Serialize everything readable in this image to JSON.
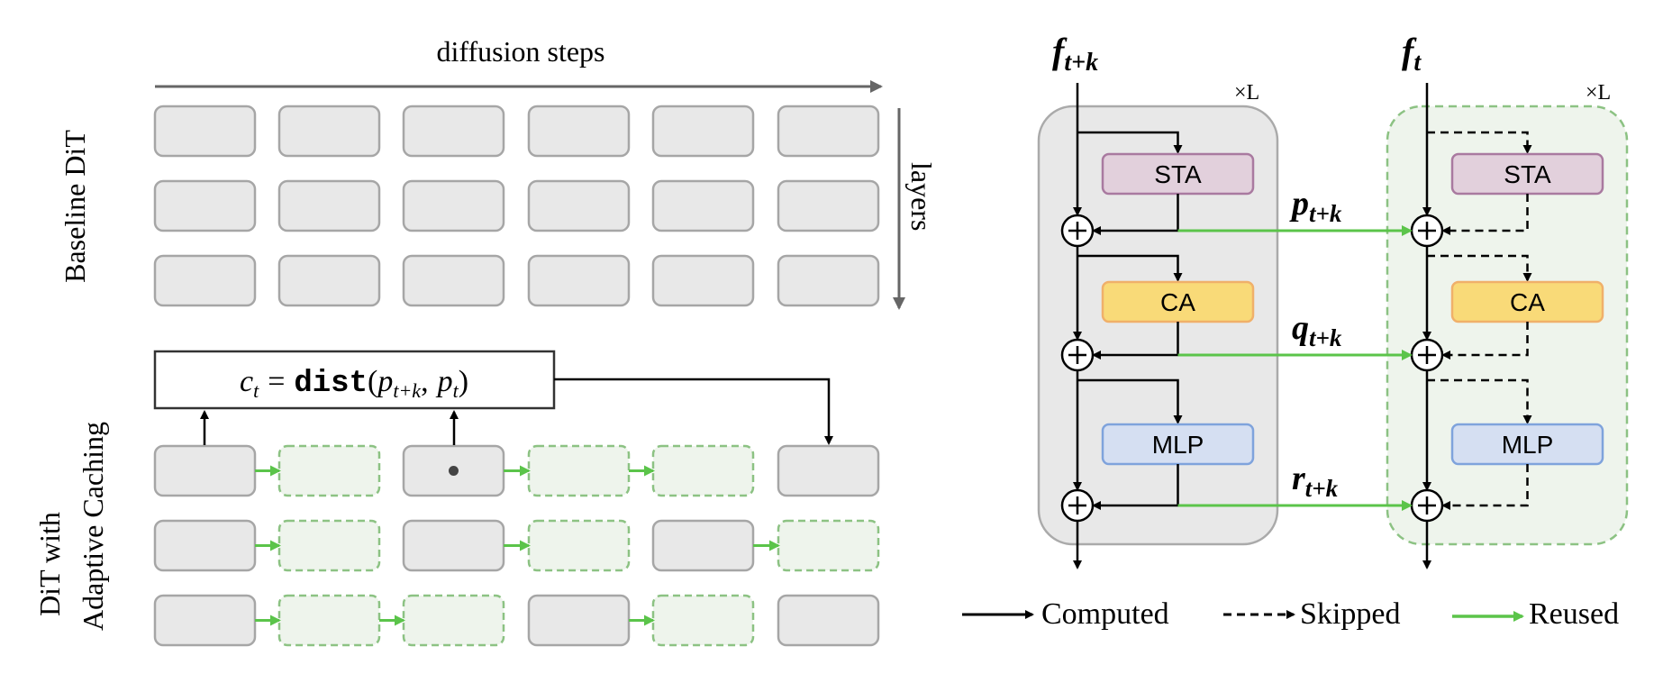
{
  "left_panel": {
    "top_label": "diffusion steps",
    "side_label": "layers",
    "baseline_label": "Baseline DiT",
    "adaptive_label_line1": "DiT with",
    "adaptive_label_line2": "Adaptive Caching",
    "formula": {
      "lhs": "c",
      "lhs_sub": "t",
      "equals": "=",
      "func": "dist",
      "open": "(",
      "arg1": "p",
      "arg1_sub": "t+k",
      "comma": ",",
      "arg2": "p",
      "arg2_sub": "t",
      "close": ")"
    },
    "baseline_grid": [
      [
        "computed",
        "computed",
        "computed",
        "computed",
        "computed",
        "computed"
      ],
      [
        "computed",
        "computed",
        "computed",
        "computed",
        "computed",
        "computed"
      ],
      [
        "computed",
        "computed",
        "computed",
        "computed",
        "computed",
        "computed"
      ]
    ],
    "adaptive_grid": [
      [
        "computed",
        "reused",
        "computed-marked",
        "reused",
        "reused",
        "computed"
      ],
      [
        "computed",
        "reused",
        "computed",
        "reused",
        "computed",
        "reused"
      ],
      [
        "computed",
        "reused",
        "reused",
        "computed",
        "reused",
        "computed"
      ]
    ]
  },
  "right_panel": {
    "left_input": {
      "base": "f",
      "sub": "t+k"
    },
    "right_input": {
      "base": "f",
      "sub": "t"
    },
    "repeat_label": "×L",
    "blocks": [
      "STA",
      "CA",
      "MLP"
    ],
    "reuse_labels": [
      {
        "base": "p",
        "sub": "t+k"
      },
      {
        "base": "q",
        "sub": "t+k"
      },
      {
        "base": "r",
        "sub": "t+k"
      }
    ]
  },
  "legend": {
    "computed": "Computed",
    "skipped": "Skipped",
    "reused": "Reused"
  },
  "colors": {
    "computed_fill": "#e8e8e8",
    "computed_stroke": "#a6a6a6",
    "reused_fill": "#eef4ec",
    "reused_stroke": "#8cc283",
    "reuse_arrow": "#5bc44a",
    "sta_fill": "#e2d0dc",
    "sta_stroke": "#a97aa0",
    "ca_fill": "#f9da78",
    "ca_stroke": "#f0b06a",
    "mlp_fill": "#d5dff2",
    "mlp_stroke": "#7fa3dc"
  }
}
